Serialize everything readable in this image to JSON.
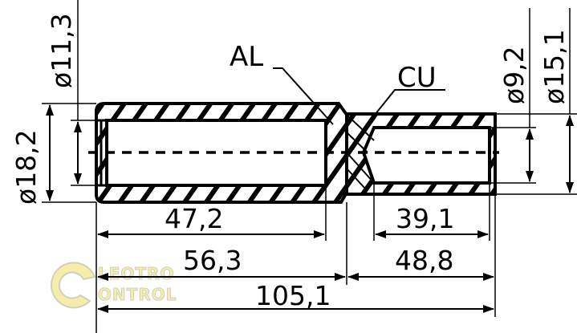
{
  "labels": {
    "al": "AL",
    "cu": "CU"
  },
  "dimensions": {
    "d_outer_al": "ø18,2",
    "d_inner_al": "ø11,3",
    "d_inner_cu": "ø9,2",
    "d_outer_cu": "ø15,1",
    "len_bore_al": "47,2",
    "len_al": "56,3",
    "len_bore_cu": "39,1",
    "len_cu": "48,8",
    "len_total": "105,1"
  },
  "watermark": {
    "line1": "LEOTRO",
    "line2": "ONTROL",
    "color": "#f3ec9c"
  }
}
